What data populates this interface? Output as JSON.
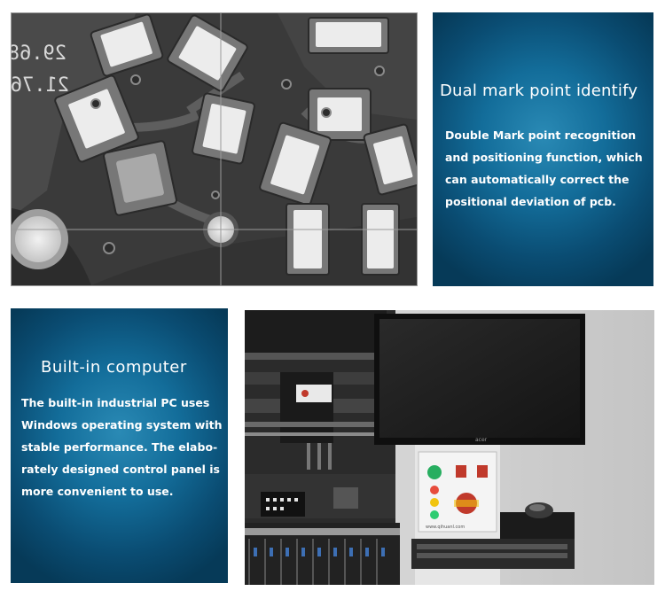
{
  "pcb_image": {
    "overlay_numbers": [
      "29.68",
      "21.76"
    ]
  },
  "card_dual_mark": {
    "title": "Dual mark point identify",
    "lines": [
      "Double Mark point recognition",
      "and positioning function, which",
      "can automatically correct the",
      "positional deviation of pcb."
    ]
  },
  "card_builtin_computer": {
    "title": "Built-in  computer",
    "lines": [
      "The built-in industrial PC uses",
      "Windows operating system with",
      "stable performance. The elabo-",
      "rately designed control panel is",
      "more convenient to use."
    ]
  },
  "machine_photo": {
    "monitor_brand": "acer",
    "panel_label": "www.qihuanl.com"
  },
  "colors": {
    "card_blue": "#136d9a",
    "card_text": "#ffffff",
    "pcb_dark": "#3c3c3c",
    "pad_white": "#e8e8e8"
  }
}
